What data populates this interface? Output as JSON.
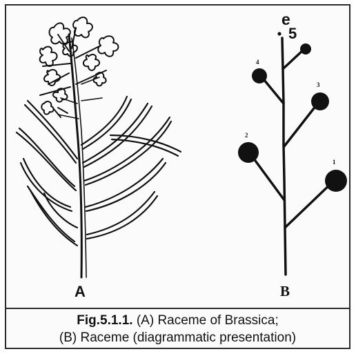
{
  "figure": {
    "panel_a_label": "A",
    "panel_b_label": "B",
    "flower_order_labels": [
      "1",
      "2",
      "3",
      "4"
    ],
    "top_marker_letter": "e",
    "top_marker_number": "5",
    "caption": {
      "fig_number": "Fig.5.1.1.",
      "line1": " (A) Raceme of Brassica;",
      "line2": "(B) Raceme (diagrammatic presentation)"
    }
  }
}
